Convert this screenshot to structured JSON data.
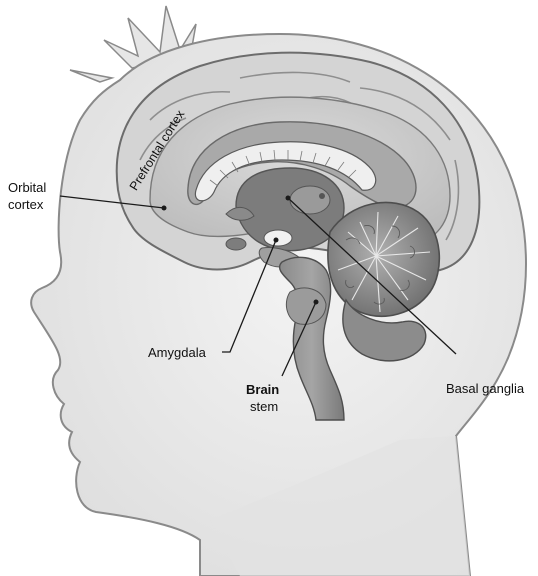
{
  "figure": {
    "labels": {
      "prefrontal_cortex": "Prefrontal cortex",
      "orbital_cortex_line1": "Orbital",
      "orbital_cortex_line2": "cortex",
      "amygdala": "Amygdala",
      "brain_stem_line1": "Brain",
      "brain_stem_line2": "stem",
      "basal_ganglia": "Basal ganglia"
    },
    "colors": {
      "head_fill": "#ececec",
      "head_outline": "#8a8a8a",
      "brain_gray_matter": "#d2d2d2",
      "brain_inner": "#b8b8b8",
      "brain_dark": "#7e7e7e",
      "cerebellum": "#8f8f8f",
      "leader_line": "#1a1a1a"
    }
  }
}
